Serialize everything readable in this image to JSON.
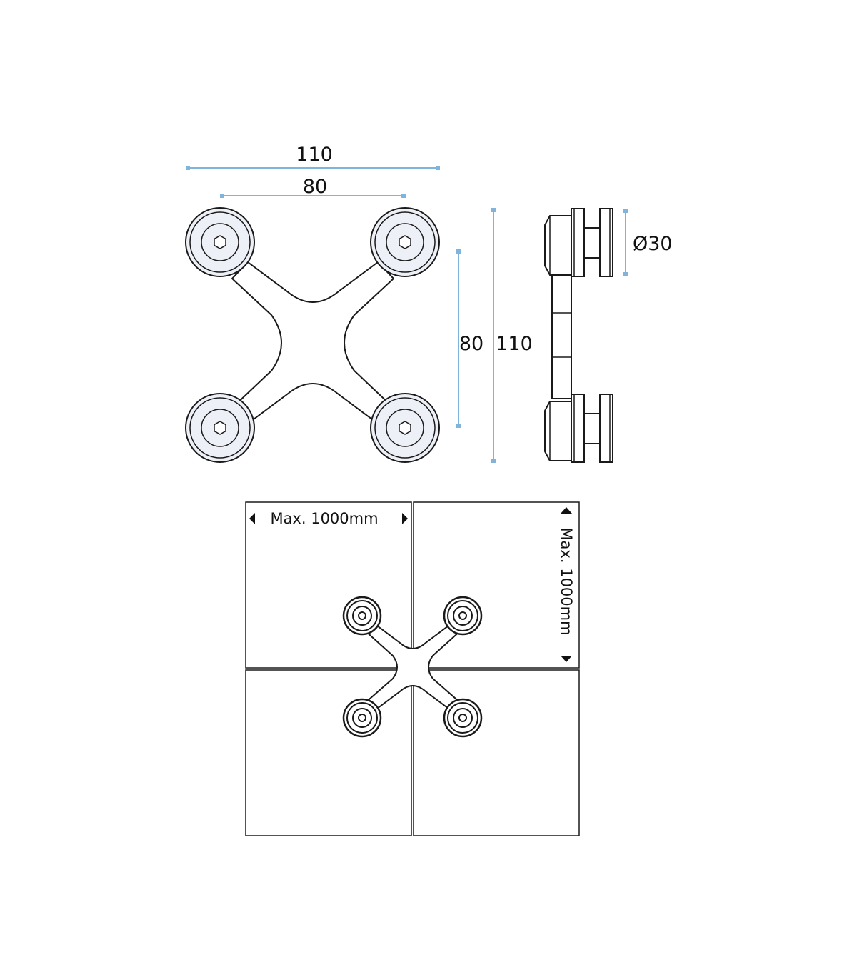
{
  "colors": {
    "dimension_line": "#7fb5dc",
    "outline": "#1a1a1a",
    "disc_fill": "#eef0f8",
    "background": "#ffffff"
  },
  "front_view": {
    "outer_width_label": "110",
    "inner_width_label": "80",
    "inner_height_label": "80",
    "outer_height_label": "110"
  },
  "side_view": {
    "diameter_label": "Ø30"
  },
  "panel_layout": {
    "max_width_label": "Max. 1000mm",
    "max_height_label": "Max. 1000mm"
  }
}
